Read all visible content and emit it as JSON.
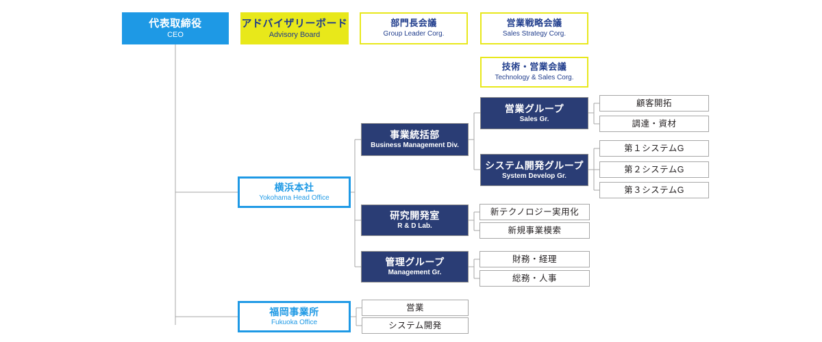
{
  "diagram": {
    "title": "Organization Chart",
    "colors": {
      "brand_blue": "#1e99e5",
      "brand_yellow": "#e8e81a",
      "brand_navy": "#2a3d75",
      "connector_gray": "#a6a6a6",
      "leaf_border_gray": "#a6a6a6",
      "text_navy": "#1f3c8c",
      "background": "#ffffff"
    }
  },
  "nodes": {
    "ceo": {
      "jp": "代表取締役",
      "en": "CEO"
    },
    "advisory": {
      "jp": "アドバイザリーボード",
      "en": "Advisory Board"
    },
    "group_leader_corg": {
      "jp": "部門長会議",
      "en": "Group Leader Corg."
    },
    "sales_strategy_corg": {
      "jp": "営業戦略会議",
      "en": "Sales Strategy Corg."
    },
    "tech_sales_corg": {
      "jp": "技術・営業会議",
      "en": "Technology & Sales Corg."
    },
    "yokohama": {
      "jp": "横浜本社",
      "en": "Yokohama Head Office"
    },
    "fukuoka": {
      "jp": "福岡事業所",
      "en": "Fukuoka Office"
    },
    "business_mgmt": {
      "jp": "事業統括部",
      "en": "Business Management Div."
    },
    "rd_lab": {
      "jp": "研究開発室",
      "en": "R & D Lab."
    },
    "mgmt_gr": {
      "jp": "管理グループ",
      "en": "Management Gr."
    },
    "sales_gr": {
      "jp": "営業グループ",
      "en": "Sales Gr."
    },
    "system_dev_gr": {
      "jp": "システム開発グループ",
      "en": "System Develop Gr."
    },
    "leaf_customer_dev": {
      "jp": "顧客開拓"
    },
    "leaf_procurement": {
      "jp": "調達・資材"
    },
    "leaf_system_1": {
      "jp": "第１システムG"
    },
    "leaf_system_2": {
      "jp": "第２システムG"
    },
    "leaf_system_3": {
      "jp": "第３システムG"
    },
    "leaf_new_tech": {
      "jp": "新テクノロジー実用化"
    },
    "leaf_new_business": {
      "jp": "新規事業模索"
    },
    "leaf_finance": {
      "jp": "財務・経理"
    },
    "leaf_hr": {
      "jp": "総務・人事"
    },
    "leaf_fukuoka_sales": {
      "jp": "営業"
    },
    "leaf_fukuoka_system": {
      "jp": "システム開発"
    }
  }
}
